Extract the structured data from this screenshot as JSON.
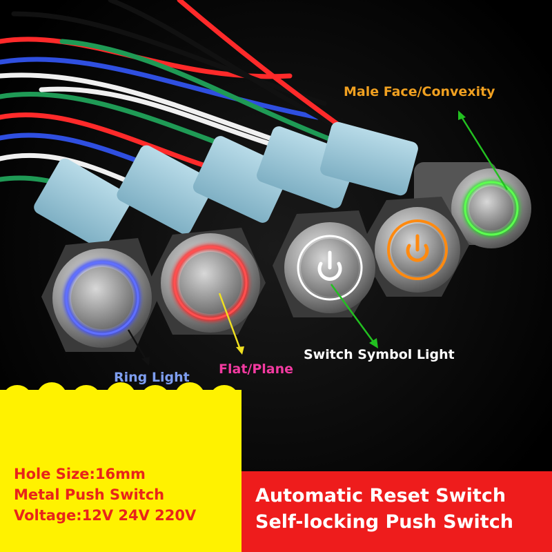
{
  "callouts": {
    "male_face": "Male Face/Convexity",
    "ring_light": "Ring Light",
    "flat_plane": "Flat/Plane",
    "switch_symbol_light": "Switch Symbol Light"
  },
  "specs": [
    "Hole Size:16mm",
    "Metal Push Switch",
    "Voltage:12V 24V 220V"
  ],
  "switch_types": [
    "Automatic Reset Switch",
    "Self-locking Push Switch"
  ],
  "switches": [
    {
      "name": "blue-ring-switch",
      "led_color": "#3a4cff"
    },
    {
      "name": "red-ring-switch",
      "led_color": "#ff2020"
    },
    {
      "name": "white-symbol-switch",
      "led_color": "#ffffff"
    },
    {
      "name": "orange-symbol-switch",
      "led_color": "#ff8a10"
    },
    {
      "name": "green-ring-switch",
      "led_color": "#22d020"
    }
  ],
  "colors": {
    "spec_panel": "#fff200",
    "spec_text": "#e8241a",
    "type_panel": "#ee1c1c",
    "type_text": "#ffffff",
    "callout_male": "#f0a020",
    "callout_ring": "#7e9ef0",
    "callout_flat": "#f23aa0"
  }
}
